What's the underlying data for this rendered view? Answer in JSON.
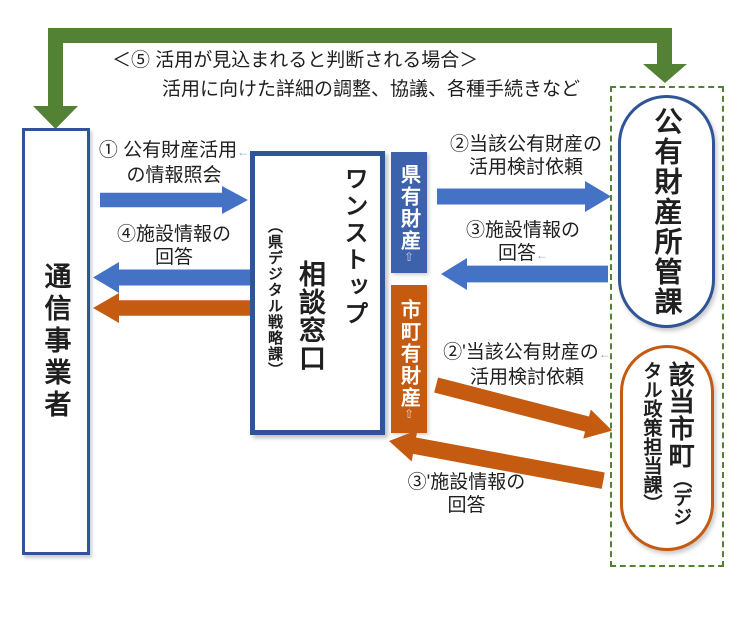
{
  "palette": {
    "arrow_blue": "#4472C4",
    "border_blue": "#2F5597",
    "lane_blue": "#3C62AC",
    "orange": "#C55A11",
    "green": "#548235",
    "text": "#1F1F1F"
  },
  "top_note": {
    "line1": "＜⑤ 活用が見込まれると判断される場合＞",
    "line2": "活用に向けた詳細の調整、協議、各種手続きなど"
  },
  "marks": {
    "return": "←",
    "anchor": "⇧"
  },
  "actors": {
    "operator": {
      "label": "通信事業者"
    },
    "onestop": {
      "title_col1": "ワンストップ",
      "title_col2": "相談窓口",
      "subtitle": "（県デジタル戦略課）"
    },
    "property_division": {
      "label": "公有財産所管課"
    },
    "municipality": {
      "name": "該当市町",
      "dept": "（デジタル政策担当課）"
    }
  },
  "lanes": {
    "prefectural": "県有財産",
    "municipal": "市町有財産"
  },
  "flows": {
    "f1": {
      "line1": "① 公有財産活用",
      "line2": "の情報照会"
    },
    "f2": {
      "line1": "②当該公有財産の",
      "line2": "活用検討依頼"
    },
    "f3": {
      "line1": "③施設情報の",
      "line2": "回答"
    },
    "f4": {
      "line1": "④施設情報の",
      "line2": "回答"
    },
    "f2p": {
      "line1": "②'当該公有財産の",
      "line2": "活用検討依頼"
    },
    "f3p": {
      "line1": "③'施設情報の",
      "line2": "回答"
    }
  }
}
